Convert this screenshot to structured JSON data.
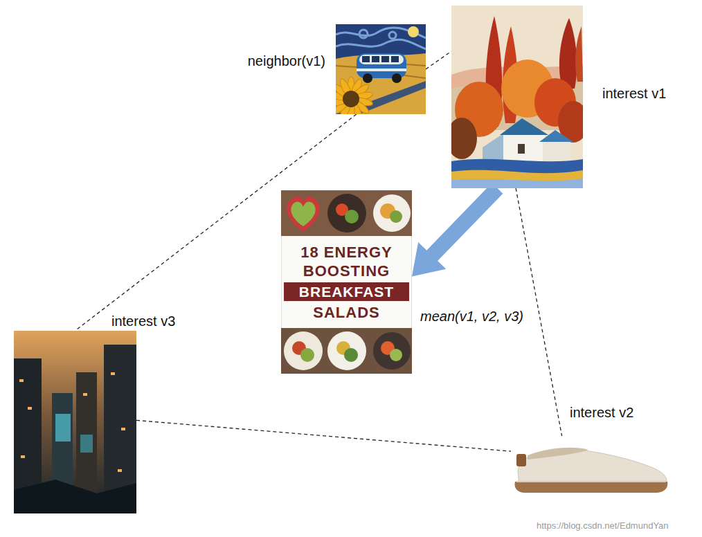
{
  "diagram": {
    "nodes": [
      {
        "text": [
          "neighbor(v1)"
        ]
      },
      {
        "text": [
          "interest v1"
        ]
      },
      {
        "text": [
          "18 ENERGY BOOSTING",
          "BREAKFAST",
          "SALADS"
        ]
      },
      {
        "text": [
          "interest v3"
        ]
      },
      {
        "text": [
          "interest v2"
        ]
      }
    ],
    "edges": [
      {
        "from": 0,
        "to": 1,
        "arrow": "none"
      },
      {
        "from": 0,
        "to": 3,
        "arrow": "none"
      },
      {
        "from": 1,
        "to": 4,
        "arrow": "none"
      },
      {
        "from": 3,
        "to": 4,
        "arrow": "none"
      },
      {
        "from": 1,
        "to": 2,
        "arrow": "to",
        "label": "mean(v1, v2, v3)"
      }
    ],
    "labels": [
      "https://blog.csdn.net/EdmundYan"
    ]
  }
}
